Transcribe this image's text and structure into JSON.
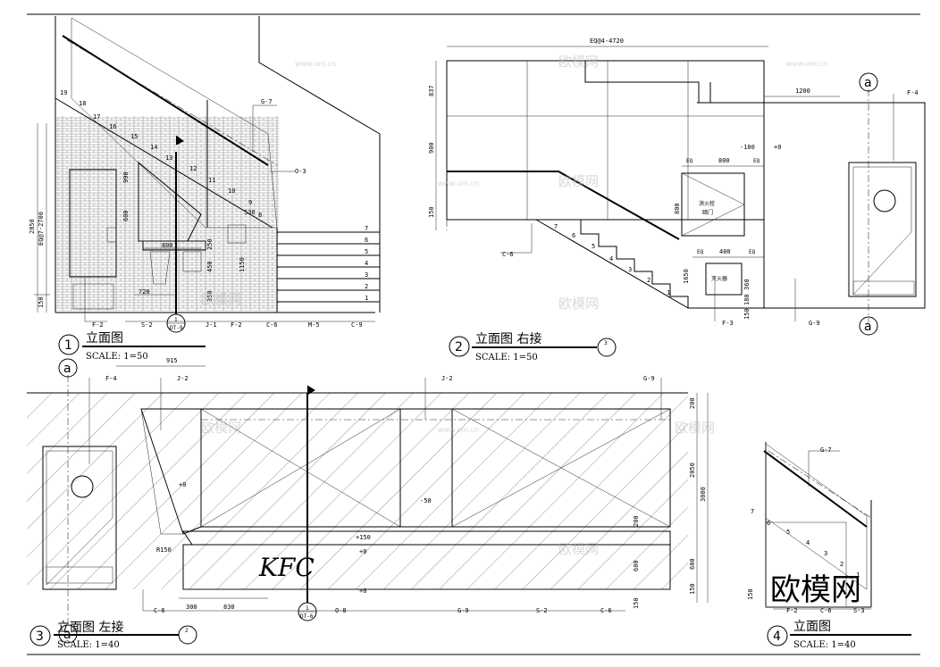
{
  "drawings": [
    {
      "number": "1",
      "title": "立面图",
      "scale": "SCALE: 1=50"
    },
    {
      "number": "2",
      "title": "立面图   右接",
      "scale": "SCALE: 1=50",
      "ref": "3"
    },
    {
      "number": "3",
      "title": "立面图   左接",
      "scale": "SCALE: 1=40",
      "ref": "2"
    },
    {
      "number": "4",
      "title": "立面图",
      "scale": "SCALE: 1=40"
    }
  ],
  "tags": {
    "g7": "G-7",
    "g9": "G-9",
    "f2": "F-2",
    "f3": "F-3",
    "f4": "F-4",
    "s2": "S-2",
    "s3": "S-3",
    "j1": "J-1",
    "j2": "J-2",
    "c6": "C-6",
    "c9": "C-9",
    "m5": "M-5",
    "o3": "O-3",
    "o8": "O-8"
  },
  "section_marker": {
    "num": "1",
    "sheet": "DT-9",
    "sheet2": "DT-6"
  },
  "grid_label": "a",
  "dimensions": {
    "v1_total": "2850",
    "v1_eq": "EQ@7-2700",
    "v1_150": "150",
    "v1_600": "600",
    "v1_1150": "1150",
    "v1_450": "450",
    "v1_350": "350",
    "v1_800": "800",
    "v1_720": "720",
    "v1_990": "990",
    "v1_530": "530",
    "v1_250": "250",
    "v2_top": "EQ@4-4720",
    "v2_837": "837",
    "v2_900": "900",
    "v2_150": "150",
    "v2_1200": "1200",
    "v2_800": "800",
    "v2_400": "400",
    "v2_eq": "EQ",
    "v2_1650": "1650",
    "v2_360": "360",
    "v2_180": "180",
    "v3_915": "915",
    "v3_300": "300",
    "v3_830": "830",
    "v3_200": "200",
    "v3_2050": "2050",
    "v3_3000": "3000",
    "v3_600": "600",
    "v3_150": "150",
    "v3_r150": "R150",
    "v4_7": "7",
    "v4_150": "150"
  },
  "levels": {
    "zero": "+0",
    "minus100": "-100",
    "plus150": "+150",
    "minus50": "-50"
  },
  "stair_steps_1": [
    "1",
    "2",
    "3",
    "4",
    "5",
    "6",
    "7"
  ],
  "stair_steps_1b": [
    "8",
    "9",
    "10",
    "11",
    "12",
    "13",
    "14",
    "15",
    "16",
    "17",
    "18",
    "19"
  ],
  "stair_steps_2": [
    "1",
    "2",
    "3",
    "4",
    "5",
    "6",
    "7"
  ],
  "stair_steps_4": [
    "1",
    "2",
    "3",
    "4",
    "5",
    "6"
  ],
  "cabinet_labels": {
    "fire_hydrant": "消火栓",
    "hidden_door": "暗门",
    "extinguisher": "灭火器"
  },
  "logo_text": "KFC",
  "watermark": {
    "cn": "欧模网",
    "url": "www.om.cn"
  }
}
